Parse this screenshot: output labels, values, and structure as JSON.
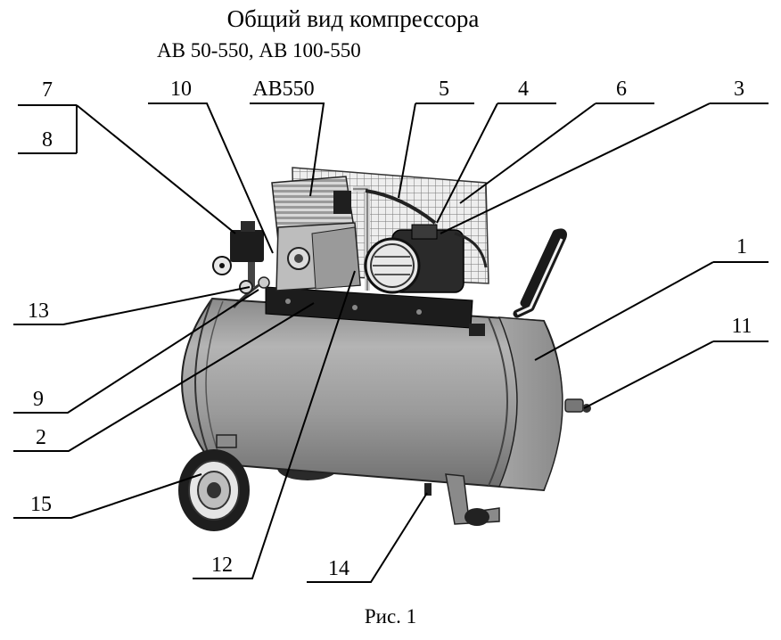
{
  "title": "Общий вид компрессора",
  "subtitle": "АВ 50-550, АВ 100-550",
  "caption": "Рис. 1",
  "model_label": "АВ550",
  "callouts": {
    "c1": "1",
    "c2": "2",
    "c3": "3",
    "c4": "4",
    "c5": "5",
    "c6": "6",
    "c7": "7",
    "c8": "8",
    "c9": "9",
    "c10": "10",
    "c11": "11",
    "c12": "12",
    "c13": "13",
    "c14": "14",
    "c15": "15"
  }
}
